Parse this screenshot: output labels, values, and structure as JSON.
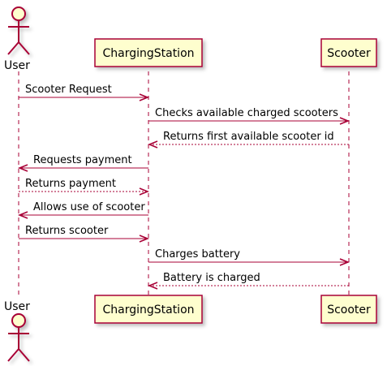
{
  "diagram": {
    "type": "sequence",
    "colors": {
      "line": "#A80036",
      "participant_fill": "#FEFECE",
      "participant_border": "#A80036",
      "shadow": "#D9D9D9",
      "text": "#000000"
    },
    "participants": [
      {
        "id": "user",
        "label": "User",
        "kind": "actor"
      },
      {
        "id": "station",
        "label": "ChargingStation",
        "kind": "participant"
      },
      {
        "id": "scooter",
        "label": "Scooter",
        "kind": "participant"
      }
    ],
    "messages": [
      {
        "from": "user",
        "to": "station",
        "label": "Scooter Request",
        "style": "solid"
      },
      {
        "from": "station",
        "to": "scooter",
        "label": "Checks available charged scooters",
        "style": "solid"
      },
      {
        "from": "scooter",
        "to": "station",
        "label": "Returns first available scooter id",
        "style": "dashed"
      },
      {
        "from": "station",
        "to": "user",
        "label": "Requests payment",
        "style": "solid"
      },
      {
        "from": "user",
        "to": "station",
        "label": "Returns payment",
        "style": "dashed"
      },
      {
        "from": "station",
        "to": "user",
        "label": "Allows use of scooter",
        "style": "solid"
      },
      {
        "from": "user",
        "to": "station",
        "label": "Returns scooter",
        "style": "solid"
      },
      {
        "from": "station",
        "to": "scooter",
        "label": "Charges battery",
        "style": "solid"
      },
      {
        "from": "scooter",
        "to": "station",
        "label": "Battery is charged",
        "style": "dashed"
      }
    ]
  }
}
